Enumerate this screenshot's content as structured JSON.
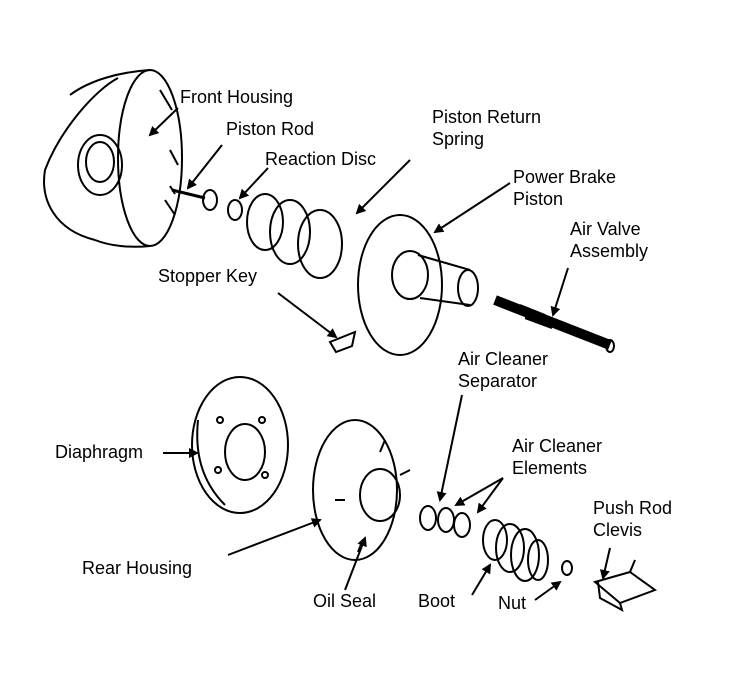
{
  "labels": {
    "front_housing": "Front Housing",
    "piston_rod": "Piston Rod",
    "reaction_disc": "Reaction Disc",
    "piston_return_spring": [
      "Piston Return",
      "Spring"
    ],
    "power_brake_piston": [
      "Power Brake",
      "Piston"
    ],
    "air_valve_assembly": [
      "Air Valve",
      "Assembly"
    ],
    "stopper_key": "Stopper Key",
    "air_cleaner_separator": [
      "Air Cleaner",
      "Separator"
    ],
    "air_cleaner_elements": [
      "Air Cleaner",
      "Elements"
    ],
    "diaphragm": "Diaphragm",
    "push_rod_clevis": [
      "Push Rod",
      "Clevis"
    ],
    "rear_housing": "Rear Housing",
    "oil_seal": "Oil Seal",
    "boot": "Boot",
    "nut": "Nut"
  }
}
